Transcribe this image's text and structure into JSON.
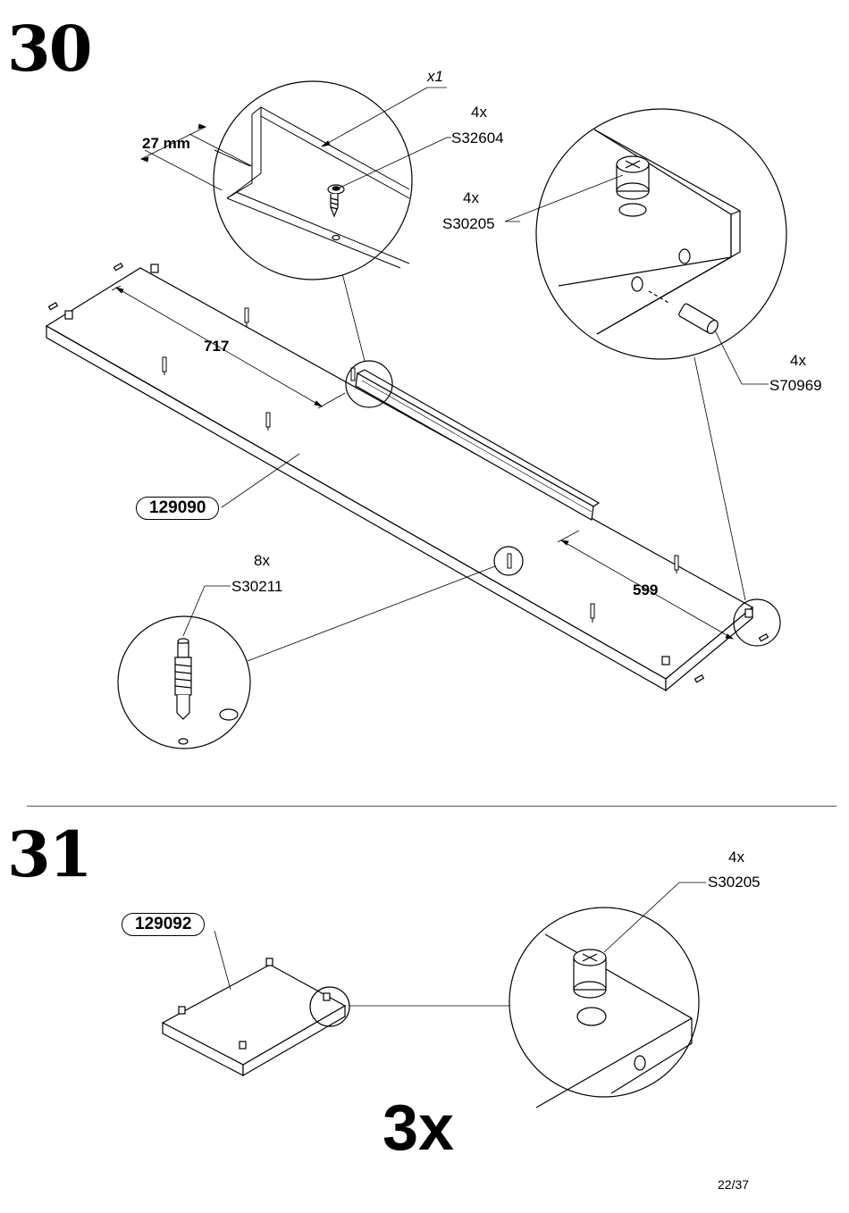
{
  "step30": {
    "number": "30",
    "mult_x1": "x1",
    "dim_27mm": "27 mm",
    "dim_717": "717",
    "dim_599": "599",
    "part_board": "129090",
    "screw": {
      "qty": "4x",
      "code": "S32604"
    },
    "cam": {
      "qty": "4x",
      "code": "S30205"
    },
    "dowel": {
      "qty": "4x",
      "code": "S70969"
    },
    "bolt": {
      "qty": "8x",
      "code": "S30211"
    }
  },
  "step31": {
    "number": "31",
    "part_board": "129092",
    "cam": {
      "qty": "4x",
      "code": "S30205"
    },
    "repeat": "3x"
  },
  "footer": {
    "page": "22/37"
  }
}
